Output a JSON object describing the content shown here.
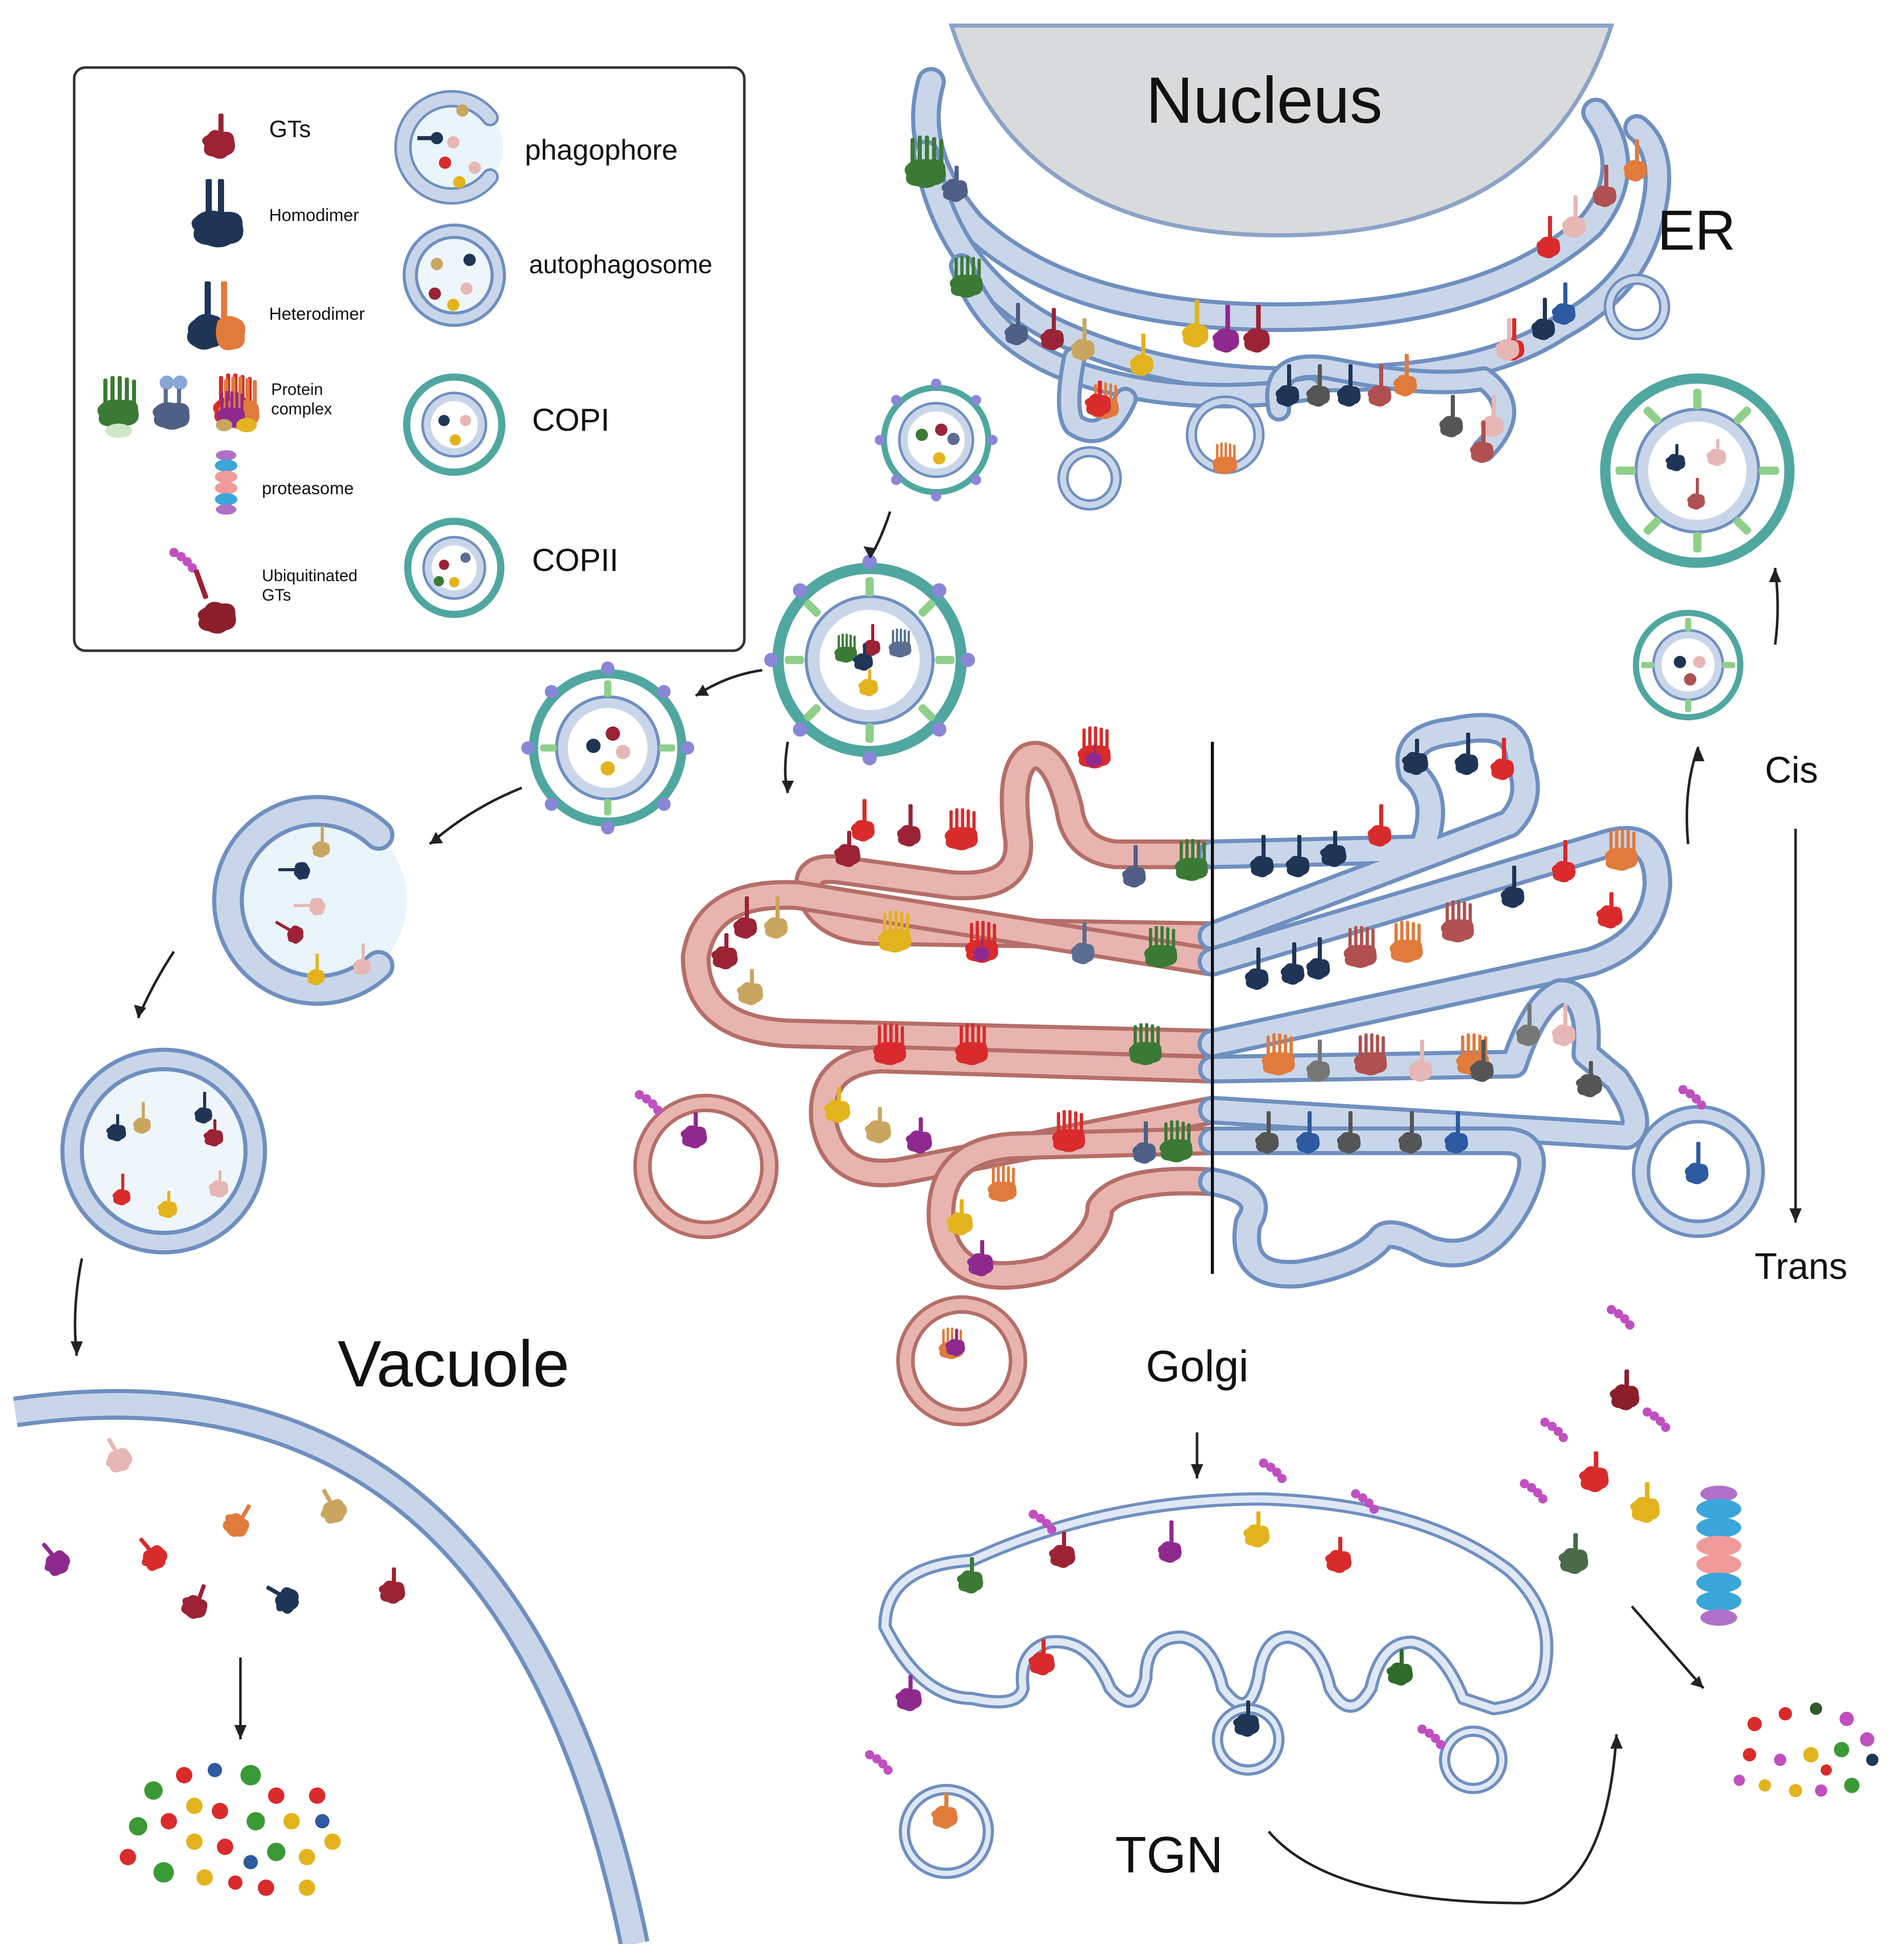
{
  "labels": {
    "nucleus": "Nucleus",
    "er": "ER",
    "golgi": "Golgi",
    "cis": "Cis",
    "trans": "Trans",
    "vacuole": "Vacuole",
    "tgn": "TGN"
  },
  "legend": {
    "gts": "GTs",
    "homodimer": "Homodimer",
    "heterodimer": "Heterodimer",
    "protein_complex_line1": "Protein",
    "protein_complex_line2": "complex",
    "proteasome": "proteasome",
    "ubiquitinated_line1": "Ubiquitinated",
    "ubiquitinated_line2": "GTs",
    "phagophore": "phagophore",
    "autophagosome": "autophagosome",
    "copi": "COPI",
    "copii": "COPII"
  },
  "colors": {
    "membrane": "#b9c9e0",
    "membrane_stroke": "#6f8fbf",
    "golgi_cis": "#e8b4b0",
    "golgi_cis_stroke": "#b56e68",
    "nucleus": "#d9dadc",
    "coat": "#4fa7a0",
    "coat_green": "#8fcf8a",
    "coat_ball": "#8a86d8",
    "dark_red": "#9b2335",
    "red": "#d92b2b",
    "navy": "#1f3556",
    "orange": "#e07b3c",
    "gold": "#e3b31d",
    "tan": "#c9a660",
    "pink": "#e7b7b5",
    "purple": "#8e2a8e",
    "green": "#3a7a35",
    "ubiquitin": "#c04fc0"
  }
}
